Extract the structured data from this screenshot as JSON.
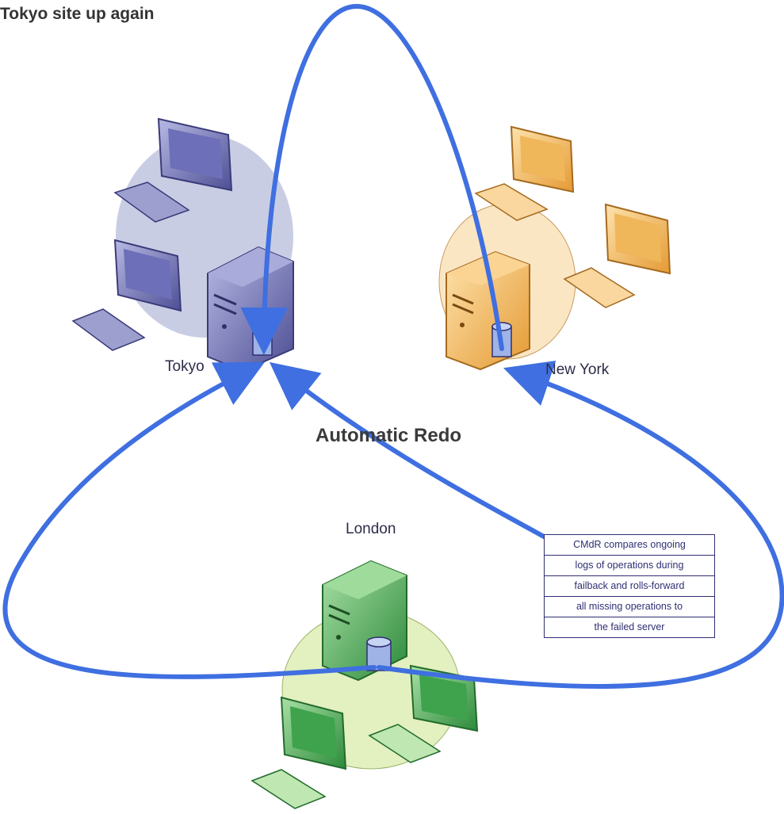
{
  "title": "Tokyo site up again",
  "headline": "Automatic Redo",
  "sites": [
    {
      "name": "Tokyo",
      "scheme": "purple"
    },
    {
      "name": "New York",
      "scheme": "orange"
    },
    {
      "name": "London",
      "scheme": "green"
    }
  ],
  "note": {
    "lines": [
      "CMdR compares ongoing",
      "logs of operations during",
      "failback and rolls-forward",
      "all missing operations to",
      "the failed server"
    ]
  },
  "colors": {
    "arrow": "#3f6fe0",
    "tokyo_disc": "#c9cde4",
    "newyork_disc": "#fbe6c4",
    "london_disc": "#e3f0bf",
    "note_border": "#2f2f73"
  }
}
